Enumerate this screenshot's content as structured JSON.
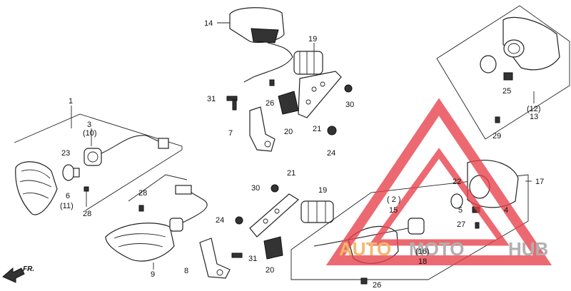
{
  "diagram": {
    "callouts": {
      "c1": "1",
      "c3": "3",
      "c10": "(10)",
      "c23": "23",
      "c6": "6",
      "c11": "(11)",
      "c28a": "28",
      "c28b": "28",
      "c9": "9",
      "c14": "14",
      "c19a": "19",
      "c31a": "31",
      "c26a": "26",
      "c30a": "30",
      "c7": "7",
      "c20a": "20",
      "c21a": "21",
      "c24a": "24",
      "c21b": "21",
      "c30b": "30",
      "c19b": "19",
      "c24b": "24",
      "c8": "8",
      "c31b": "31",
      "c20b": "20",
      "c12": "(12)",
      "c13": "13",
      "c25": "25",
      "c29": "29",
      "c17": "17",
      "c22": "22",
      "c2": "( 2 )",
      "c15": "15",
      "c5": "5",
      "c4": "4",
      "c27": "27",
      "c16": "(16)",
      "c18": "18",
      "c26b": "26"
    },
    "direction_label": "FR.",
    "watermark": {
      "text_a": "AUTO",
      "text_b": "MOTO",
      "text_c": "HUB",
      "color_orange": "#f2a341",
      "color_gray": "#9a9a9a",
      "color_red": "#e8404a"
    }
  }
}
